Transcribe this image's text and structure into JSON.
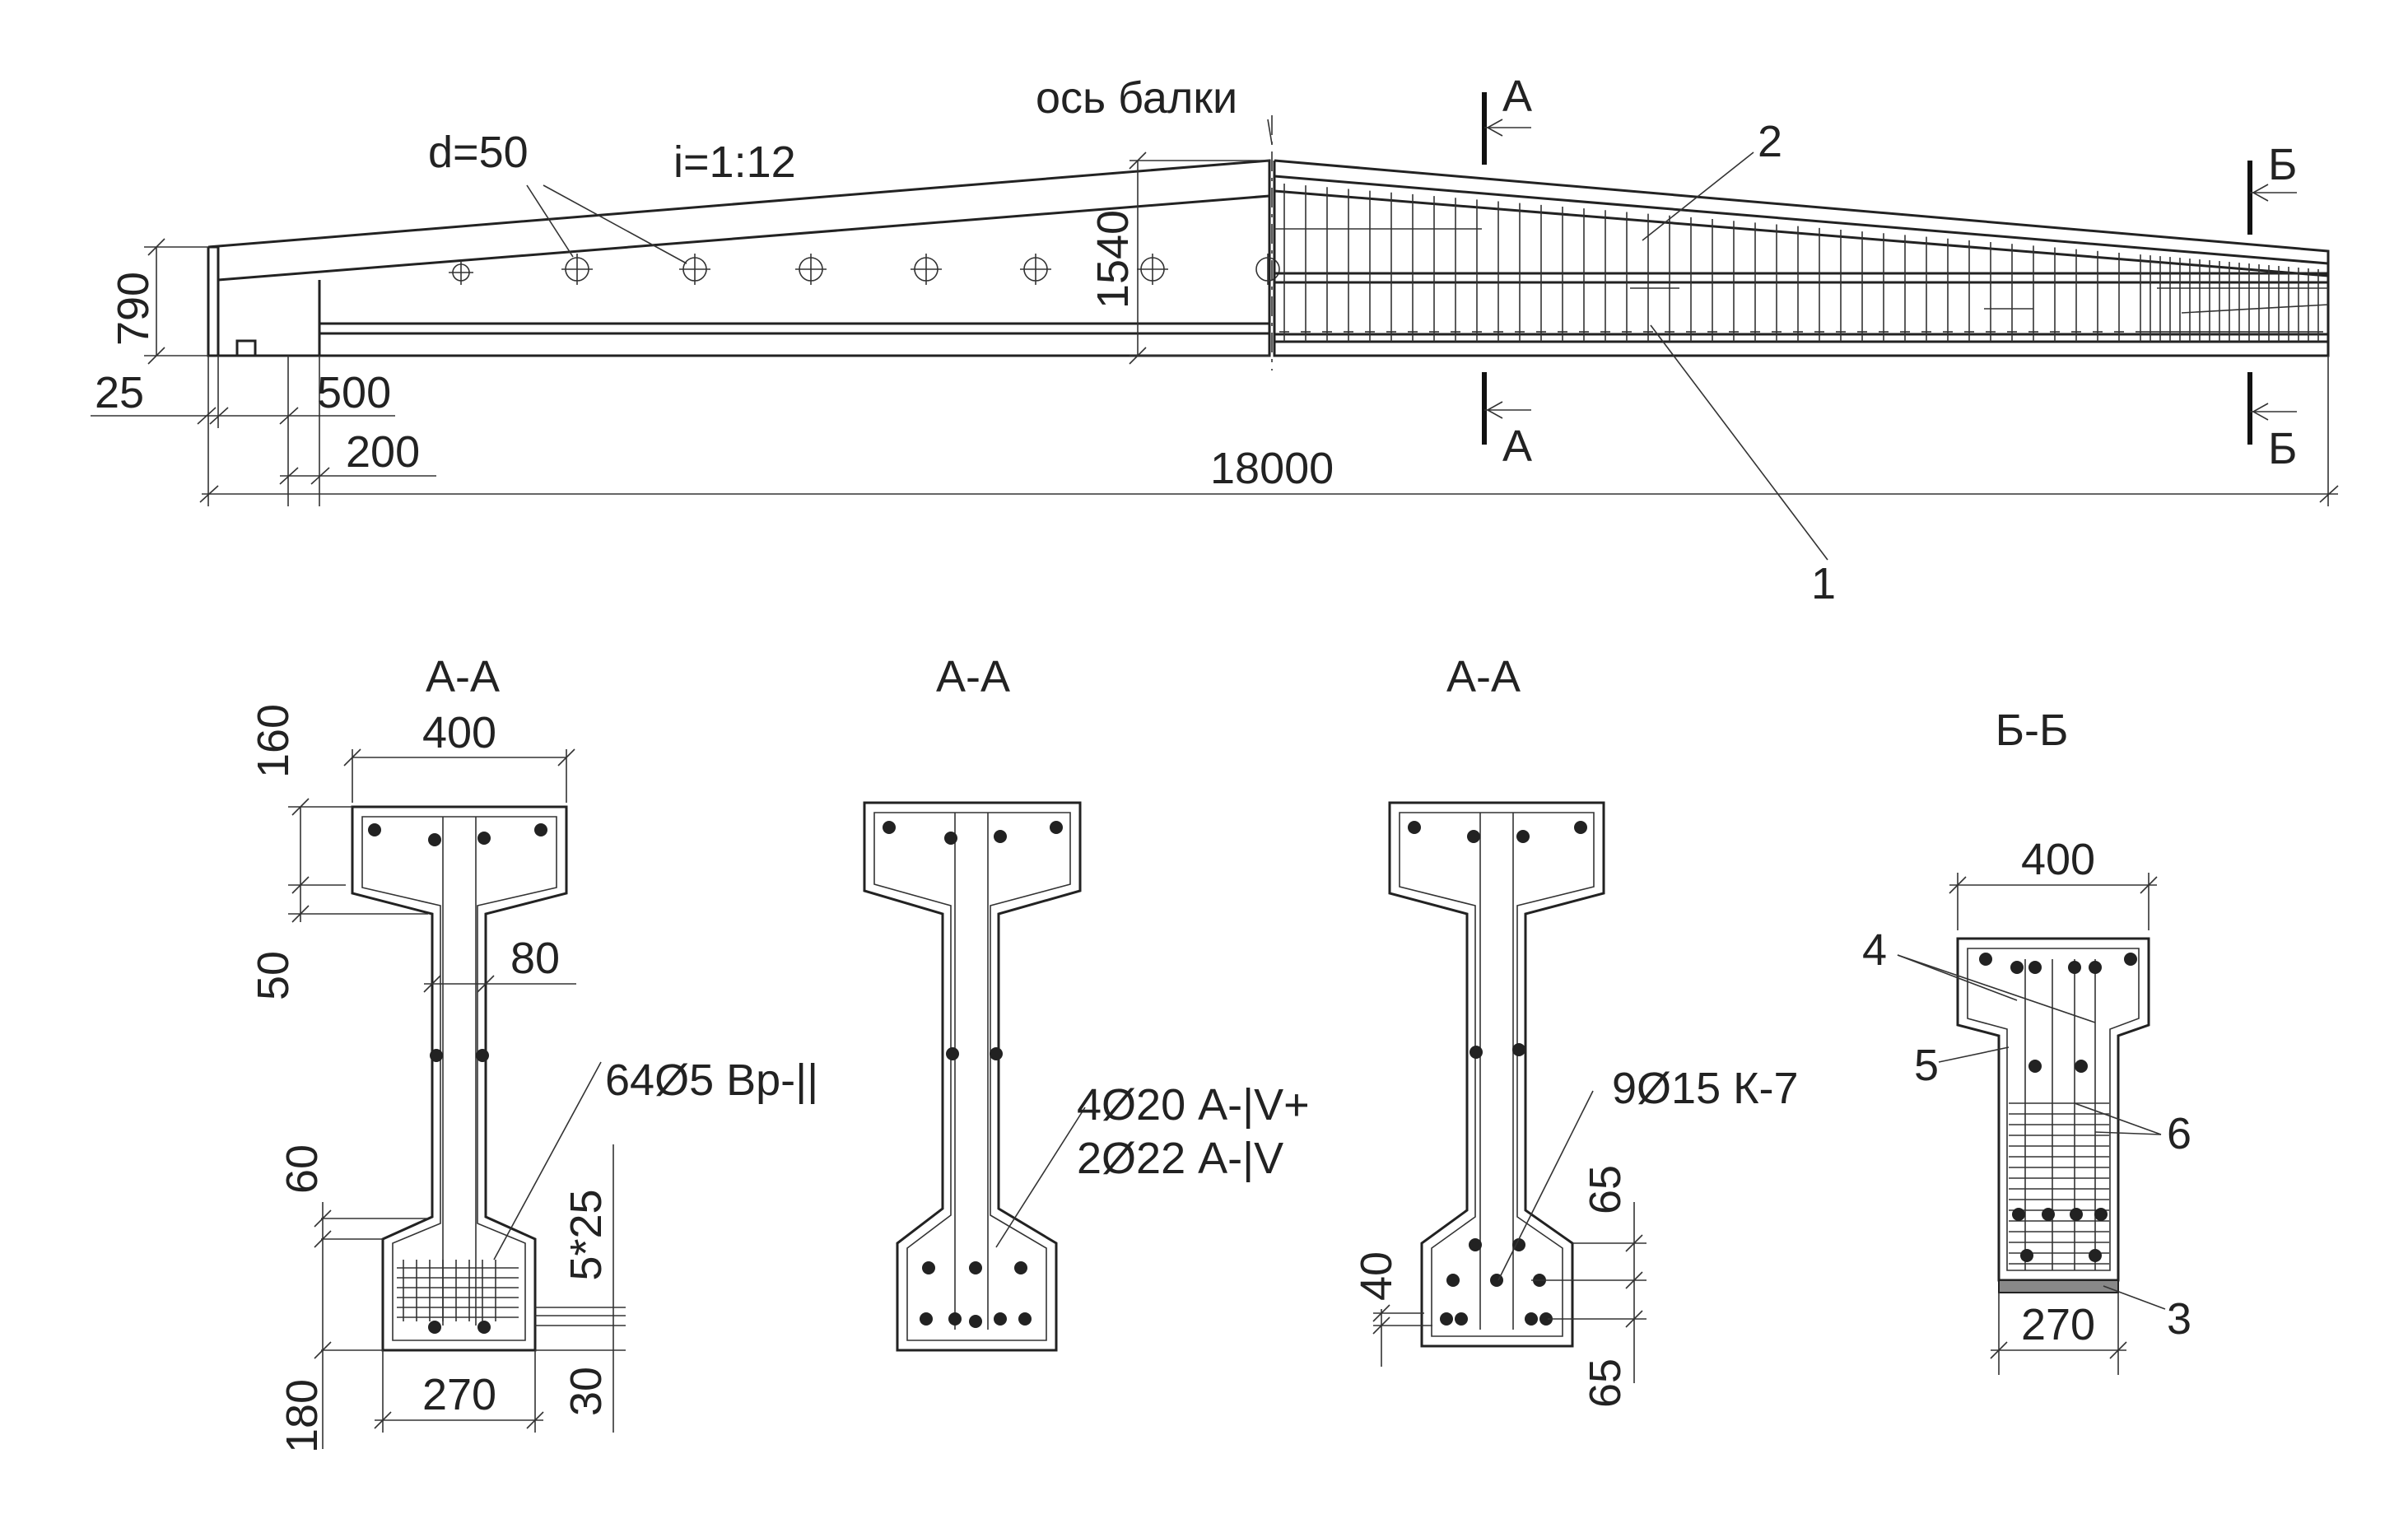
{
  "elevation": {
    "beam_axis_label": "ось балки",
    "hole_label": "d=50",
    "slope_label": "i=1:12",
    "dim_790": "790",
    "dim_1540": "1540",
    "dim_25": "25",
    "dim_500": "500",
    "dim_200": "200",
    "dim_18000": "18000",
    "callout_1": "1",
    "callout_2": "2",
    "section_A": "А",
    "section_B": "Б"
  },
  "sections": {
    "s1": {
      "title": "А-А",
      "dim_160": "160",
      "dim_400": "400",
      "dim_50": "50",
      "dim_80": "80",
      "dim_60": "60",
      "dim_180": "180",
      "dim_270": "270",
      "dim_30": "30",
      "dim_5x25": "5*25",
      "rebar": "64Ø5 Вр-||"
    },
    "s2": {
      "title": "А-А",
      "rebar_line1": "4Ø20 А-|V+",
      "rebar_line2": "2Ø22 А-|V"
    },
    "s3": {
      "title": "А-А",
      "rebar": "9Ø15 К-7",
      "dim_40": "40",
      "dim_65_top": "65",
      "dim_65_bottom": "65"
    },
    "s4": {
      "title": "Б-Б",
      "dim_400": "400",
      "dim_270": "270",
      "callout_3": "3",
      "callout_4": "4",
      "callout_5": "5",
      "callout_6": "6"
    }
  }
}
